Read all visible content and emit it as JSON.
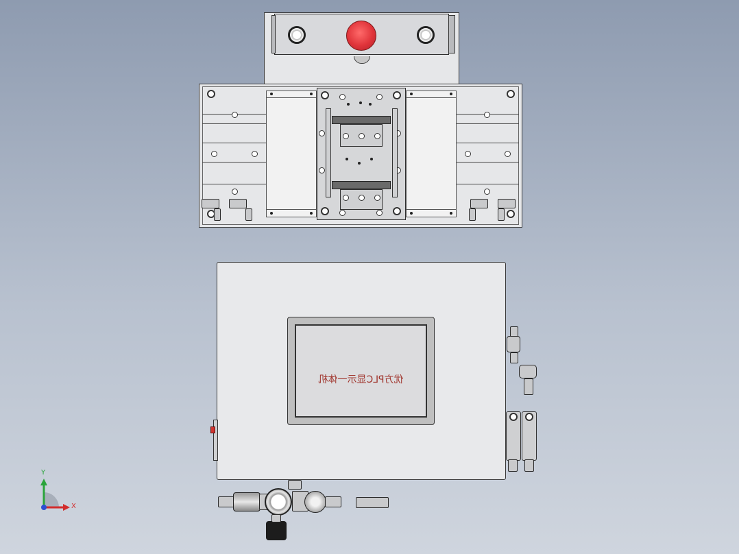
{
  "hmi": {
    "label": "优方PLC显示一体机"
  },
  "triad": {
    "x_label": "X",
    "y_label": "Y"
  },
  "colors": {
    "background_top": "#8e9bb0",
    "background_bottom": "#cfd5de",
    "stop_button": "#e0343a",
    "hmi_text": "#a0342c",
    "axis_x": "#d22d2d",
    "axis_y": "#2aa43a",
    "axis_z": "#2d4fd2"
  },
  "icons": {
    "emergency_stop": "red-stop-button-icon",
    "indicator_lamp": "round-lamp-icon",
    "coordinate_triad": "xyz-axis-triad-icon"
  }
}
